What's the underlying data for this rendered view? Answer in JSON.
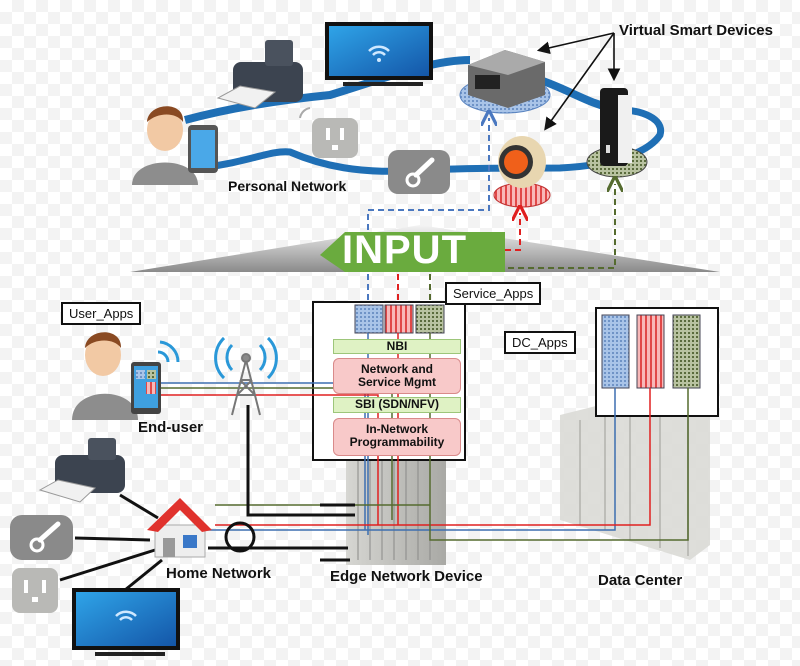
{
  "title": "Personal / Home Network to Edge and Data Center architecture",
  "labels": {
    "virtual_smart_devices": "Virtual Smart Devices",
    "personal_network": "Personal Network",
    "input_arrow": "INPUT",
    "service_apps": "Service_Apps",
    "user_apps": "User_Apps",
    "dc_apps": "DC_Apps",
    "end_user": "End-user",
    "home_network": "Home Network",
    "edge_network_device": "Edge Network Device",
    "data_center": "Data Center"
  },
  "edge_stack": [
    {
      "label": "NBI",
      "kind": "interface"
    },
    {
      "label": "Network and Service Mgmt",
      "kind": "function"
    },
    {
      "label": "SBI (SDN/NFV)",
      "kind": "interface"
    },
    {
      "label": "In-Network Programmability",
      "kind": "function"
    }
  ],
  "app_colors": {
    "blue": "#a9c4e8",
    "red": "#f19a9a",
    "green": "#9aa77f"
  },
  "line_colors": {
    "blue": "#3d6fb0",
    "red": "#e02020",
    "green": "#556b2f",
    "network": "#1f6fb5",
    "input_arrow": "#6aab3e"
  },
  "personal_network_devices": [
    "person-with-tablet",
    "printer",
    "tv",
    "smart-plug",
    "smart-thermometer"
  ],
  "virtual_devices": [
    "set-top-box",
    "thermostat",
    "storage-drive"
  ],
  "home_network_devices": [
    "printer",
    "smart-thermometer",
    "smart-plug",
    "tv"
  ]
}
